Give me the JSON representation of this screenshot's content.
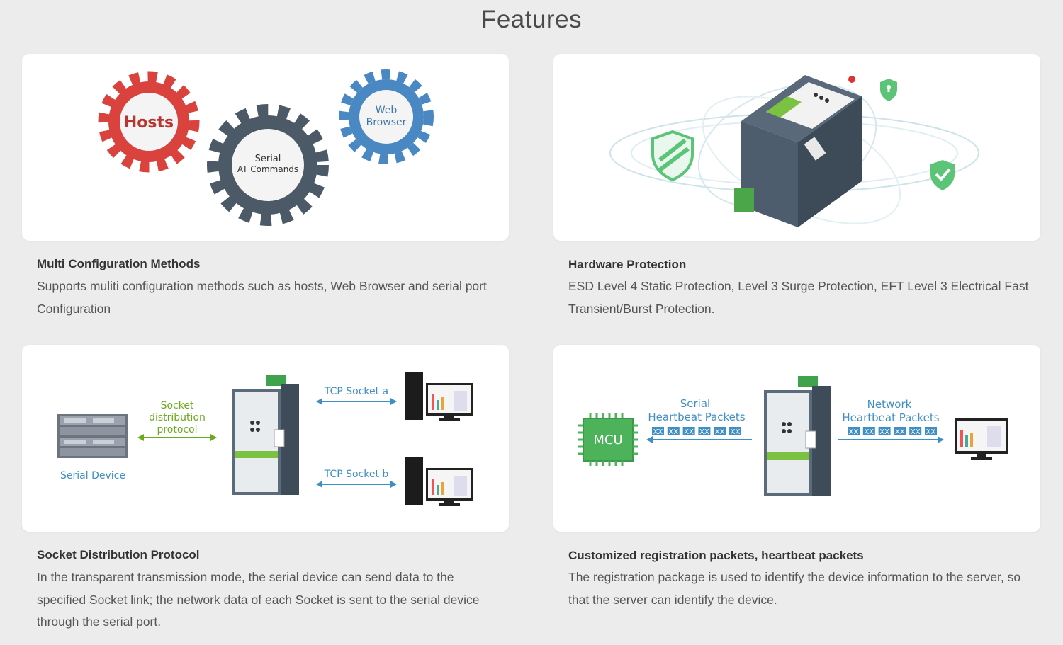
{
  "page": {
    "title": "Features"
  },
  "colors": {
    "background": "#ececec",
    "card": "#ffffff",
    "gear_red": "#d9423d",
    "gear_dark": "#4b5a66",
    "gear_blue": "#4a88c4",
    "label_blue": "#3f8fc4",
    "label_green": "#6aaa1e",
    "mcu_green": "#4cb35a",
    "shield_green": "#5cc477"
  },
  "features": [
    {
      "title": "Multi Configuration Methods",
      "description": "Supports muliti configuration methods such as hosts, Web Browser and serial port Configuration",
      "diagram": {
        "gear_hosts": "Hosts",
        "gear_serial_line1": "Serial",
        "gear_serial_line2": "AT Commands",
        "gear_web_line1": "Web",
        "gear_web_line2": "Browser"
      }
    },
    {
      "title": "Hardware Protection",
      "description": "ESD Level 4 Static Protection, Level 3 Surge Protection, EFT Level 3 Electrical Fast Transient/Burst Protection.",
      "diagram": {
        "icons": [
          "shield-icon",
          "lock-shield-icon",
          "check-shield-icon"
        ]
      }
    },
    {
      "title": "Socket Distribution Protocol",
      "description": "In the transparent transmission mode, the serial device can send data to the specified Socket link; the network data of each Socket is sent to the serial device through the serial port.",
      "diagram": {
        "serial_device": "Serial Device",
        "socket_line1": "Socket",
        "socket_line2": "distribution",
        "socket_line3": "protocol",
        "tcp_a": "TCP Socket a",
        "tcp_b": "TCP Socket b"
      }
    },
    {
      "title": "Customized registration packets, heartbeat packets",
      "description": "The registration package is used to identify the device information to the server, so that the server can identify the device.",
      "diagram": {
        "mcu": "MCU",
        "serial_line1": "Serial",
        "serial_line2": "Heartbeat Packets",
        "network_line1": "Network",
        "network_line2": "Heartbeat Packets",
        "packet": "XX"
      }
    }
  ]
}
